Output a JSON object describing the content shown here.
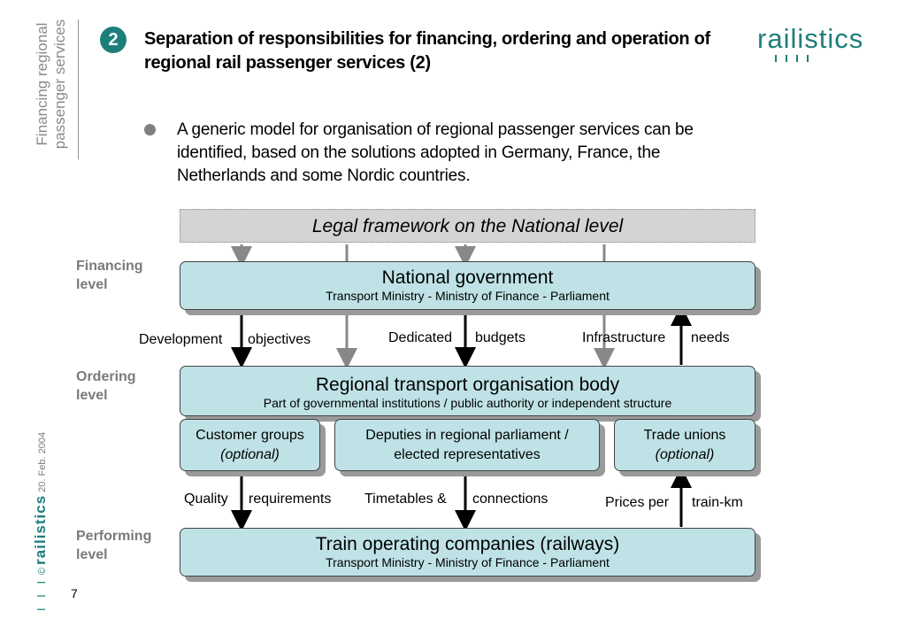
{
  "sidebar": {
    "line1": "Financing regional",
    "line2": "passenger services"
  },
  "header": {
    "badge": "2",
    "title": "Separation of responsibilities for financing, ordering and operation of regional rail passenger services (2)",
    "logo": "railistics"
  },
  "bullet": "A generic model for organisation of regional passenger services can be identified, based on the solutions adopted in Germany, France, the Netherlands and some Nordic countries.",
  "diagram": {
    "legal": "Legal framework on the National level",
    "levels": {
      "financing": [
        "Financing",
        "level"
      ],
      "ordering": [
        "Ordering",
        "level"
      ],
      "performing": [
        "Performing",
        "level"
      ]
    },
    "national": {
      "title": "National government",
      "subtitle": "Transport Ministry - Ministry of Finance - Parliament"
    },
    "regional": {
      "title": "Regional transport organisation body",
      "subtitle": "Part of governmental institutions / public authority or independent structure"
    },
    "customer": {
      "line1": "Customer groups",
      "line2": "(optional)"
    },
    "deputies": {
      "line1": "Deputies in regional parliament /",
      "line2": "elected representatives"
    },
    "unions": {
      "line1": "Trade unions",
      "line2": "(optional)"
    },
    "train": {
      "title": "Train operating companies (railways)",
      "subtitle": "Transport Ministry - Ministry of Finance - Parliament"
    },
    "labels": {
      "dev_a": "Development",
      "dev_b": "objectives",
      "ded_a": "Dedicated",
      "ded_b": "budgets",
      "inf_a": "Infrastructure",
      "inf_b": "needs",
      "qual_a": "Quality",
      "qual_b": "requirements",
      "time_a": "Timetables &",
      "time_b": "connections",
      "price_a": "Prices per",
      "price_b": "train-km"
    }
  },
  "footer": {
    "ticks": "I I I",
    "copyright": "©",
    "brand": "railistics",
    "date": "20. Feb. 2004",
    "page": "7"
  },
  "colors": {
    "accent": "#1d7f7a",
    "box_fill": "#bfe2e6",
    "legal_fill": "#d4d4d4"
  }
}
